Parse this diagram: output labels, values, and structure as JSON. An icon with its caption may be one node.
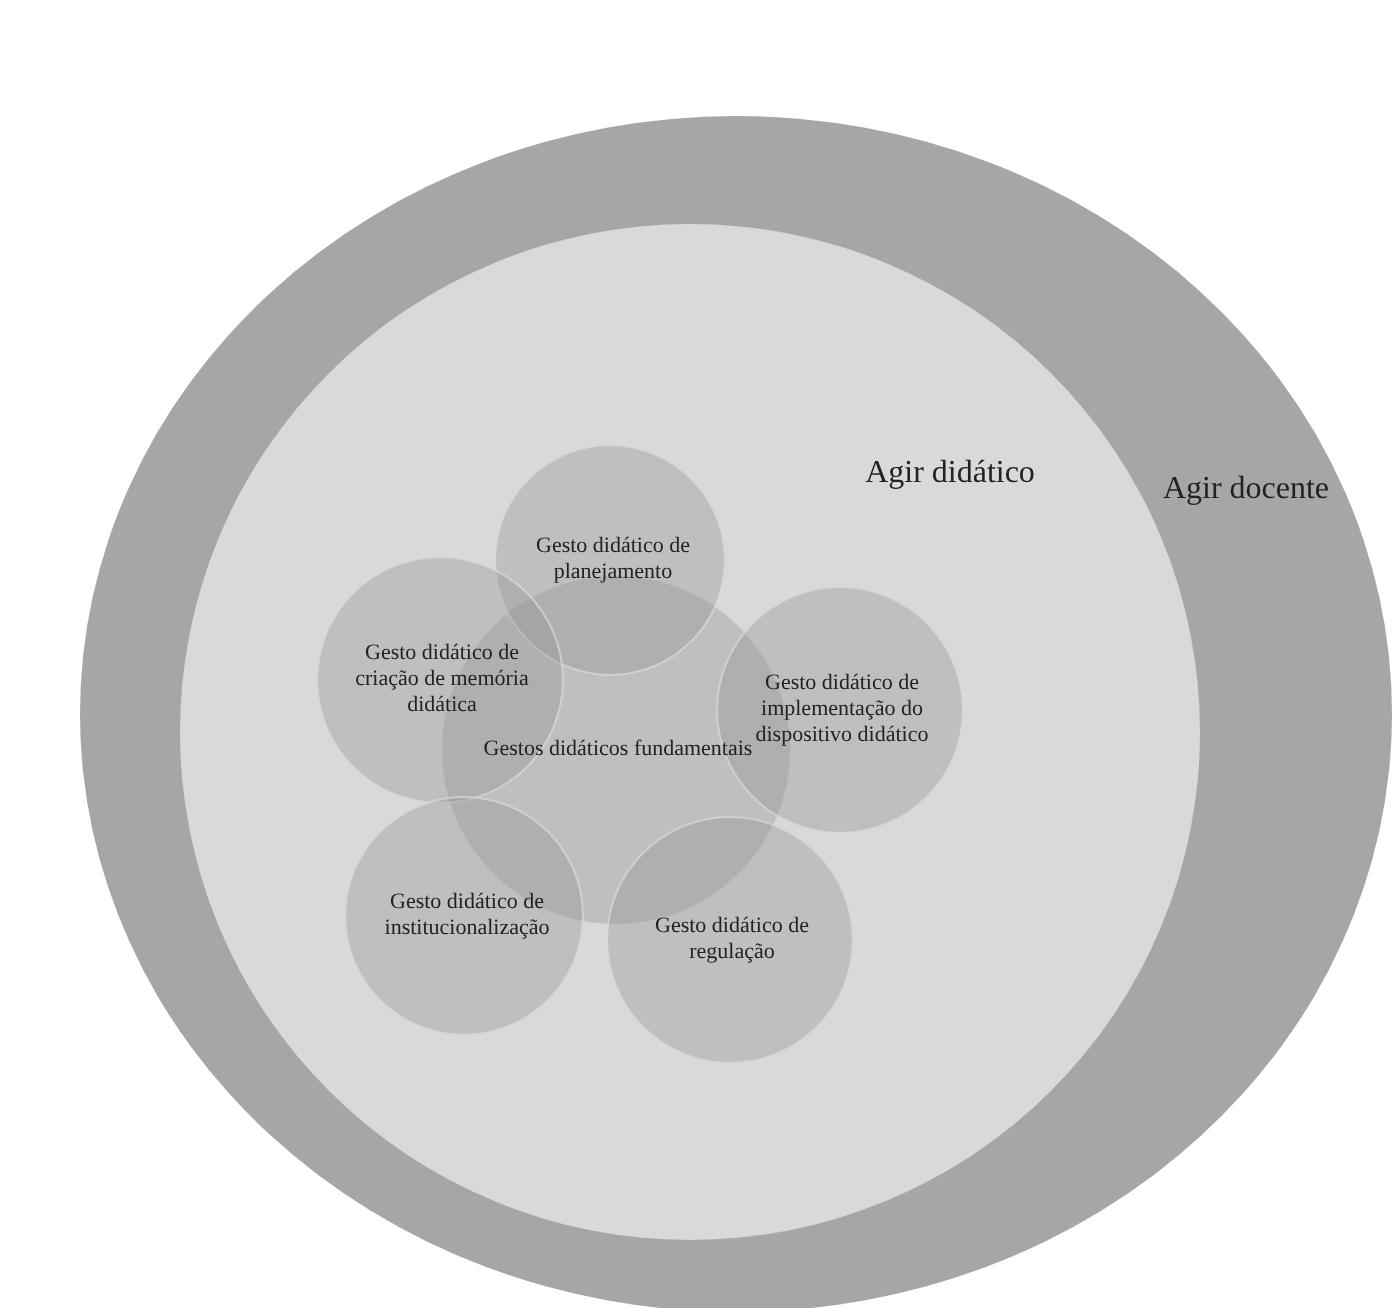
{
  "diagram": {
    "nodes": [
      {
        "text": [
          "Agir docente"
        ]
      },
      {
        "text": [
          "Agir didático"
        ],
        "in": 0
      },
      {
        "text": [
          "Gesto didático de planejamento"
        ],
        "in": 1
      },
      {
        "text": [
          "Gesto didático de criação de memória didática"
        ],
        "in": 1
      },
      {
        "text": [
          "Gesto didático de implementação do dispositivo didático"
        ],
        "in": 1
      },
      {
        "text": [
          "Gestos didáticos fundamentais"
        ],
        "in": 1
      },
      {
        "text": [
          "Gesto didático de institucionalização"
        ],
        "in": 1
      },
      {
        "text": [
          "Gesto didático de regulação"
        ],
        "in": 1
      }
    ]
  }
}
